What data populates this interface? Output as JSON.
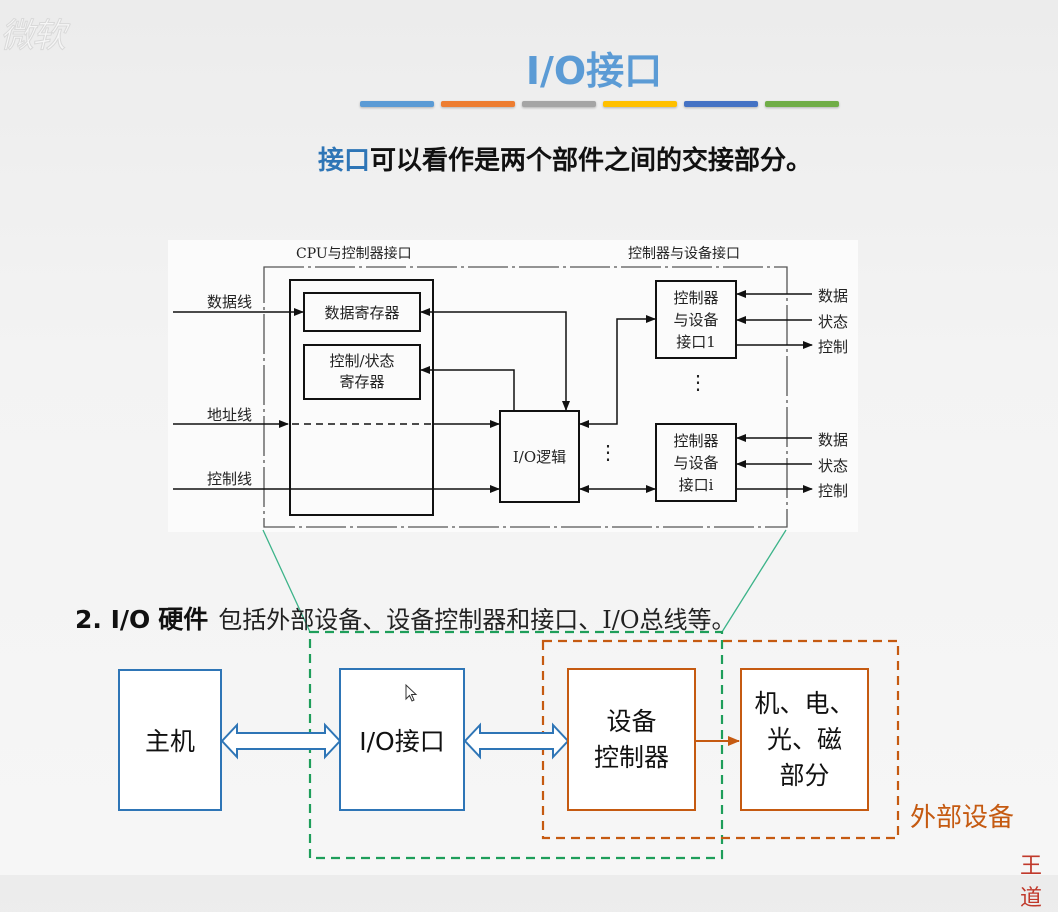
{
  "watermark": "微软",
  "header": {
    "title": "I/O接口",
    "underline_colors": [
      "#5b9bd5",
      "#ed7d31",
      "#a5a5a5",
      "#ffc000",
      "#4472c4",
      "#70ad47"
    ]
  },
  "subtitle": {
    "keyword": "接口",
    "text": "可以看作是两个部件之间的交接部分。"
  },
  "figure": {
    "left_region_label": "CPU与控制器接口",
    "right_region_label": "控制器与设备接口",
    "left_signals": [
      "数据线",
      "地址线",
      "控制线"
    ],
    "data_register": "数据寄存器",
    "ctrl_status_register": [
      "控制/状态",
      "寄存器"
    ],
    "io_logic": "I/O逻辑",
    "device_interface_1": [
      "控制器",
      "与设备",
      "接口1"
    ],
    "device_interface_i": [
      "控制器",
      "与设备",
      "接口i"
    ],
    "right_signals_1": [
      "数据",
      "状态",
      "控制"
    ],
    "right_signals_i": [
      "数据",
      "状态",
      "控制"
    ],
    "ellipsis": "⋮"
  },
  "hardware": {
    "number_label": "2. I/O",
    "heading": "硬件",
    "description": "包括外部设备、设备控制器和接口、I/O总线等。",
    "boxes": {
      "host": "主机",
      "io_interface": "I/O接口",
      "device_controller": [
        "设备",
        "控制器"
      ],
      "mech_parts": [
        "机、电、",
        "光、磁",
        "部分"
      ]
    },
    "external_device_label": "外部设备",
    "colors": {
      "blue": "#2e75b6",
      "orange": "#c55a11",
      "green": "#1e9e5a",
      "connector": "#3cb389"
    }
  },
  "corner_text": "王道"
}
